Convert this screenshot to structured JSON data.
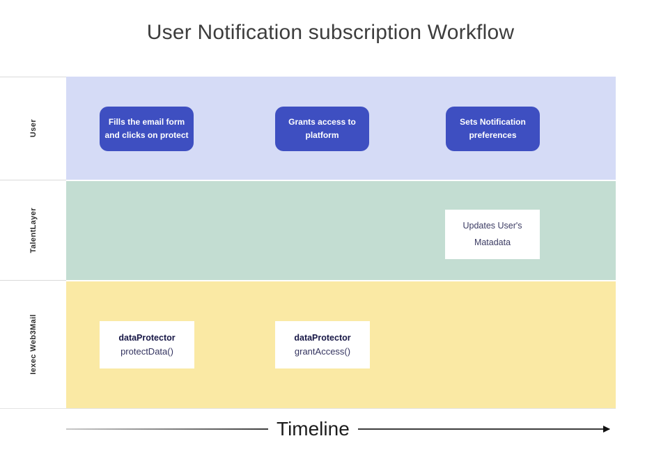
{
  "title": "User Notification subscription Workflow",
  "timeline": {
    "label": "Timeline"
  },
  "lanes": [
    {
      "label": "User",
      "bg": "#d5dbf6",
      "boxes": [
        {
          "line1": "Fills the email form",
          "line2": "and clicks on protect"
        },
        {
          "line1": "Grants access to",
          "line2": "platform"
        },
        {
          "line1": "Sets Notification",
          "line2": "preferences"
        }
      ]
    },
    {
      "label": "TalentLayer",
      "bg": "#c3ddd2",
      "boxes": [
        {
          "line1": "Updates User's",
          "line2": "Matadata"
        }
      ]
    },
    {
      "label": "Iexec Web3Mail",
      "bg": "#fae9a4",
      "boxes": [
        {
          "line1": "dataProtector",
          "line2": "protectData()"
        },
        {
          "line1": "dataProtector",
          "line2": "grantAccess()"
        }
      ]
    }
  ],
  "colors": {
    "node_blue_bg": "#3e4fc1",
    "node_blue_text": "#ffffff",
    "node_white_bg": "#ffffff",
    "node_white_text": "#3b3b63",
    "code_bold_text": "#181847",
    "title_text": "#3d3d3d",
    "timeline_line": "#3d3d3d",
    "lane_divider": "#dadada"
  }
}
